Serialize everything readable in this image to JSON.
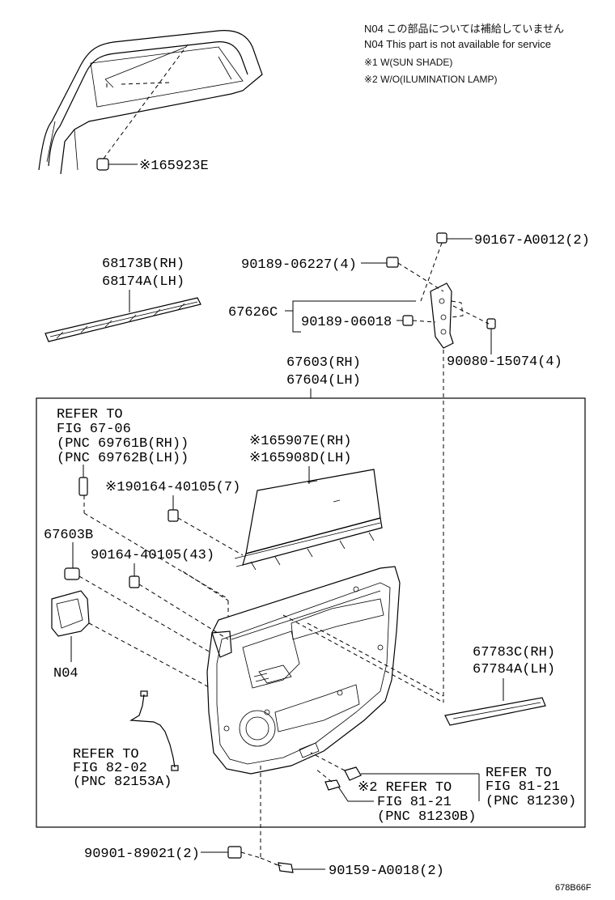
{
  "notes": {
    "line1": "N04 この部品については補給していません",
    "line2": "N04 This part is not available for service",
    "line3": "※1 W(SUN SHADE)",
    "line4": "※2 W/O(ILUMINATION LAMP)"
  },
  "labels": {
    "p65923e": "※165923E",
    "p90167": "90167-A0012(2)",
    "p90189_06227": "90189-06227(4)",
    "p68173b": "68173B(RH)",
    "p68174a": "68174A(LH)",
    "p67626c": "67626C",
    "p90189_06018": "90189-06018",
    "p90080": "90080-15074(4)",
    "p67603": "67603(RH)",
    "p67604": "67604(LH)",
    "refer_fig6706_1": "REFER TO",
    "refer_fig6706_2": "FIG 67-06",
    "refer_fig6706_3": "(PNC 69761B(RH))",
    "refer_fig6706_4": "(PNC 69762B(LH))",
    "p65907e": "※165907E(RH)",
    "p65908d": "※165908D(LH)",
    "p90164_7": "※190164-40105(7)",
    "p67603b": "67603B",
    "p90164_43": "90164-40105(43)",
    "n04": "N04",
    "p67783c": "67783C(RH)",
    "p67784a": "67784A(LH)",
    "refer_fig8202_1": "REFER TO",
    "refer_fig8202_2": "FIG 82-02",
    "refer_fig8202_3": "(PNC 82153A)",
    "refer_fig8121a_1": "REFER TO",
    "refer_fig8121a_2": "FIG 81-21",
    "refer_fig8121a_3": "(PNC 81230)",
    "refer_fig8121b_1": "※2 REFER TO",
    "refer_fig8121b_2": "FIG 81-21",
    "refer_fig8121b_3": "(PNC 81230B)",
    "p90901": "90901-89021(2)",
    "p90159": "90159-A0018(2)",
    "figure_code": "678B66F"
  }
}
